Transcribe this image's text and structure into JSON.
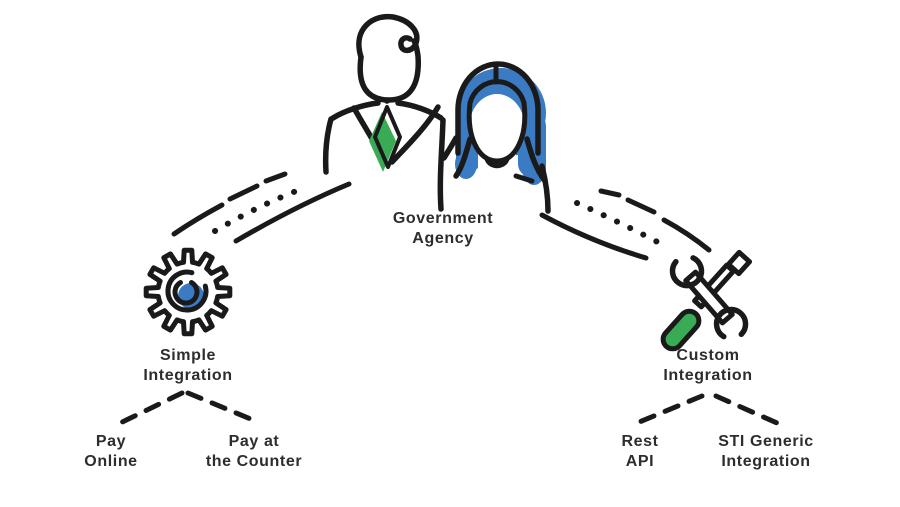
{
  "diagram": {
    "background": "#ffffff",
    "colors": {
      "outline": "#1a1a1a",
      "blue": "#3b7bc4",
      "green": "#3aab55",
      "text": "#2d2d2d"
    },
    "nodes": {
      "government_agency": {
        "label": "Government\nAgency",
        "icon": "people-icon"
      },
      "simple_integration": {
        "label": "Simple\nIntegration",
        "icon": "gear-icon"
      },
      "custom_integration": {
        "label": "Custom\nIntegration",
        "icon": "wrench-screwdriver-icon"
      },
      "pay_online": {
        "label": "Pay\nOnline"
      },
      "pay_at_counter": {
        "label": "Pay at\nthe Counter"
      },
      "rest_api": {
        "label": "Rest\nAPI"
      },
      "sti_generic_integration": {
        "label": "STI Generic\nIntegration"
      }
    },
    "connections": [
      {
        "from": "Government Agency",
        "to": "Simple Integration",
        "style": "dashed-dotted-solid curve"
      },
      {
        "from": "Government Agency",
        "to": "Custom Integration",
        "style": "dashed-dotted-solid curve"
      },
      {
        "from": "Simple Integration",
        "to": "Pay Online",
        "style": "dashed"
      },
      {
        "from": "Simple Integration",
        "to": "Pay at the Counter",
        "style": "dashed"
      },
      {
        "from": "Custom Integration",
        "to": "Rest API",
        "style": "dashed"
      },
      {
        "from": "Custom Integration",
        "to": "STI Generic Integration",
        "style": "dashed"
      }
    ]
  }
}
